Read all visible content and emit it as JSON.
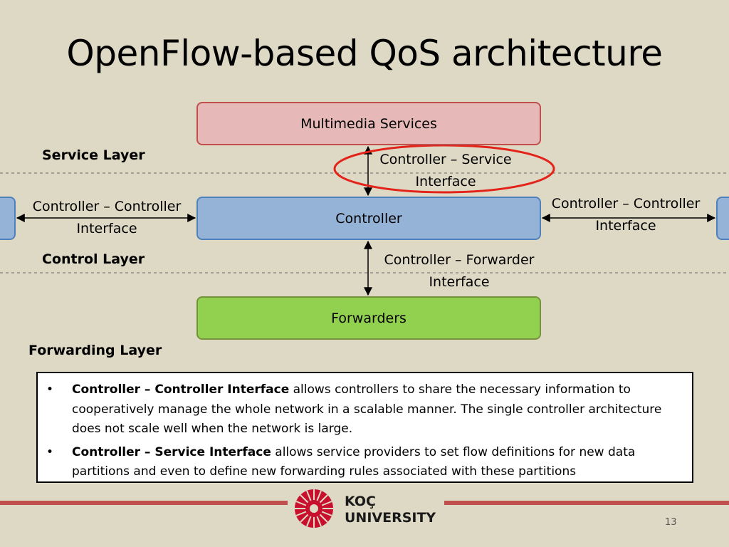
{
  "slide": {
    "title": "OpenFlow-based QoS architecture",
    "page_number": "13"
  },
  "diagram": {
    "boxes": {
      "services": "Multimedia Services",
      "controller": "Controller",
      "forwarders": "Forwarders"
    },
    "layers": {
      "service": "Service Layer",
      "control": "Control Layer",
      "forwarding": "Forwarding Layer"
    },
    "interfaces": {
      "service_line1": "Controller – Service",
      "service_line2": "Interface",
      "forwarder_line1": "Controller – Forwarder",
      "forwarder_line2": "Interface",
      "left_line1": "Controller – Controller",
      "left_line2": "Interface",
      "right_line1": "Controller – Controller",
      "right_line2": "Interface"
    },
    "colors": {
      "highlight_ellipse": "#e32219",
      "services_fill": "#e6b8b7",
      "controller_fill": "#95b3d7",
      "forwarders_fill": "#92d050"
    }
  },
  "notes": {
    "bullets": [
      {
        "term": "Controller – Controller Interface",
        "text": " allows controllers to share the necessary information to cooperatively manage the whole network in a scalable manner. The single controller architecture does not scale well when the network is large."
      },
      {
        "term": "Controller – Service Interface",
        "text": " allows service providers to set flow definitions for new data partitions and even to define new forwarding rules associated with these partitions"
      }
    ]
  },
  "footer": {
    "logo_line1": "KOÇ",
    "logo_line2": "UNIVERSITY",
    "logo_icon": "koc-university-logo-icon",
    "bar_color": "#c0504d"
  }
}
